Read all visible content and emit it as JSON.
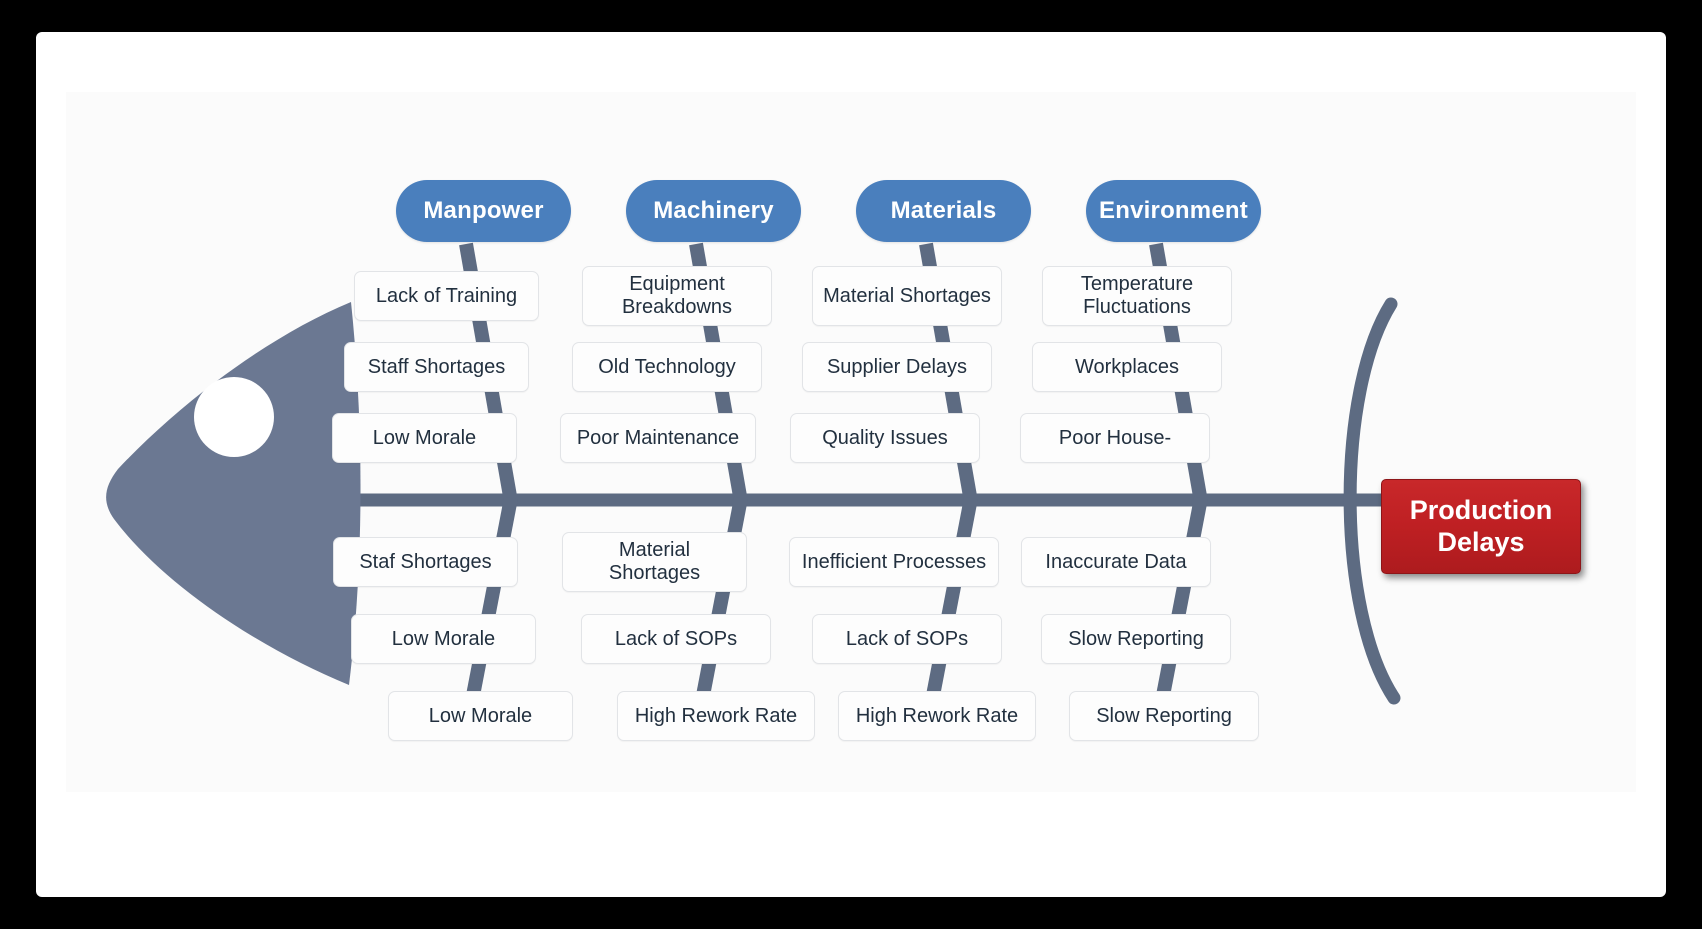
{
  "diagram": {
    "type": "fishbone-ishikawa",
    "effect": {
      "line1": "Production",
      "line2": "Delays"
    },
    "colors": {
      "pill": "#4a7fbd",
      "bone": "#5d6b82",
      "effect": "#bf2023",
      "box_text": "#22303f",
      "background": "#ffffff",
      "frame": "#000000"
    },
    "categories": [
      {
        "name": "Manpower",
        "upper_causes": [
          "Lack of Training",
          "Staff Shortages",
          "Low Morale"
        ],
        "lower_causes": [
          "Staf Shortages",
          "Low Morale",
          "Low Morale"
        ]
      },
      {
        "name": "Machinery",
        "upper_causes": [
          "Equipment Breakdowns",
          "Old Technology",
          "Poor Maintenance"
        ],
        "lower_causes": [
          "Material Shortages",
          "Lack of SOPs",
          "High Rework Rate"
        ]
      },
      {
        "name": "Materials",
        "upper_causes": [
          "Material Shortages",
          "Supplier Delays",
          "Quality Issues"
        ],
        "lower_causes": [
          "Inefficient Processes",
          "Lack of SOPs",
          "High Rework Rate"
        ]
      },
      {
        "name": "Environment",
        "upper_causes": [
          "Temperature Fluctuations",
          "Workplaces",
          "Poor House-"
        ],
        "lower_causes": [
          "Inaccurate Data",
          "Slow Reporting",
          "Slow Reporting"
        ]
      }
    ]
  }
}
